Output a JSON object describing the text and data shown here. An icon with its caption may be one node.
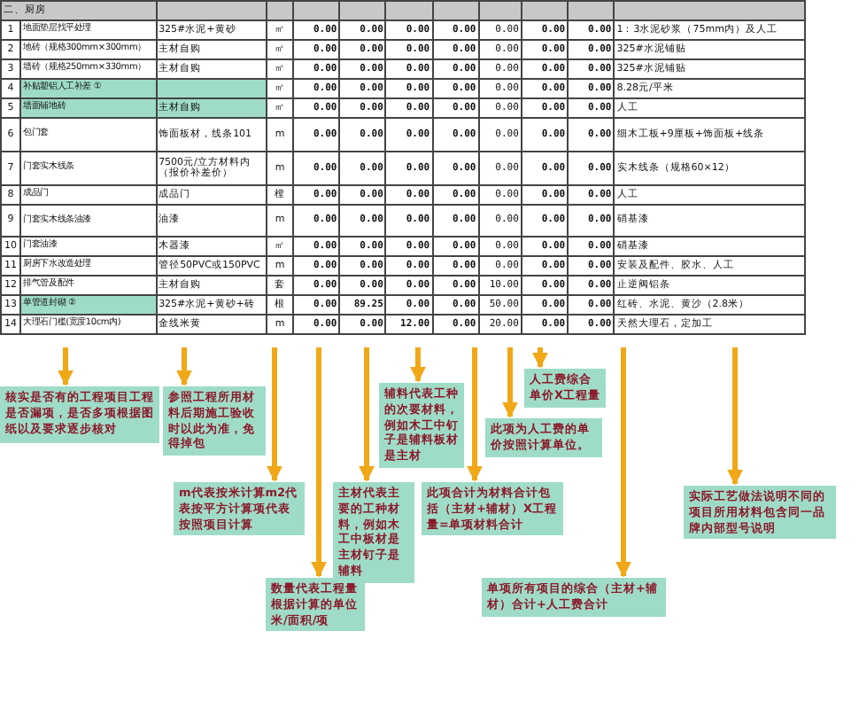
{
  "diagram": {
    "nodes": [
      {
        "text": [
          "核实是否有的工程项目工程是否漏项，是否多项根据图纸以及要求逐步核对"
        ]
      },
      {
        "text": [
          "参照工程所用材料后期施工验收时以此为准，免得掉包"
        ]
      },
      {
        "text": [
          "m代表按米计算m2代表按平方计算项代表按照项目计算"
        ]
      },
      {
        "text": [
          "数量代表工程量根据计算的单位米/面积/项"
        ]
      },
      {
        "text": [
          "主材代表主要的工种材料，例如木工中板材是主材钉子是辅料"
        ]
      },
      {
        "text": [
          "辅料代表工种的次要材料，例如木工中钉子是辅料板材是主材"
        ]
      },
      {
        "text": [
          "此项合计为材料合计包括（主材+辅材）X工程量=单项材料合计"
        ]
      },
      {
        "text": [
          "人工费综合单价X工程量"
        ]
      },
      {
        "text": [
          "此项为人工费的单价按照计算单位。"
        ]
      },
      {
        "text": [
          "单项所有项目的综合（主材+辅材）合计+人工费合计"
        ]
      },
      {
        "text": [
          "实际工艺做法说明不同的项目所用材料包含同一品牌内部型号说明"
        ]
      }
    ],
    "edges": [
      {
        "from": null,
        "to": 0,
        "arrow": "to"
      },
      {
        "from": null,
        "to": 1,
        "arrow": "to"
      },
      {
        "from": null,
        "to": 2,
        "arrow": "to"
      },
      {
        "from": null,
        "to": 3,
        "arrow": "to"
      },
      {
        "from": null,
        "to": 4,
        "arrow": "to"
      },
      {
        "from": null,
        "to": 5,
        "arrow": "to"
      },
      {
        "from": null,
        "to": 6,
        "arrow": "to"
      },
      {
        "from": null,
        "to": 7,
        "arrow": "to"
      },
      {
        "from": null,
        "to": 8,
        "arrow": "to"
      },
      {
        "from": null,
        "to": 9,
        "arrow": "to"
      },
      {
        "from": null,
        "to": 10,
        "arrow": "to"
      }
    ],
    "labels": [
      "二、厨房",
      "1",
      "地面垫层找平处理",
      "325#水泥+黄砂",
      "㎡",
      "0.00",
      "0.00",
      "0.00",
      "0.00",
      "0.00",
      "0.00",
      "0.00",
      "1：3水泥砂浆（75mm内）及人工",
      "2",
      "地砖（规格300mm×300mm）",
      "主材自购",
      "㎡",
      "0.00",
      "0.00",
      "0.00",
      "0.00",
      "0.00",
      "0.00",
      "0.00",
      "325#水泥铺贴",
      "3",
      "墙砖（规格250mm×330mm）",
      "主材自购",
      "㎡",
      "0.00",
      "0.00",
      "0.00",
      "0.00",
      "0.00",
      "0.00",
      "0.00",
      "325#水泥铺贴",
      "4",
      "补贴塑铝人工补差 ①",
      "㎡",
      "0.00",
      "0.00",
      "0.00",
      "0.00",
      "0.00",
      "0.00",
      "0.00",
      "8.28元/平米",
      "5",
      "墙面铺地砖",
      "主材自购",
      "㎡",
      "0.00",
      "0.00",
      "0.00",
      "0.00",
      "0.00",
      "0.00",
      "0.00",
      "人工",
      "6",
      "包门套",
      "饰面板材，线条101",
      "m",
      "0.00",
      "0.00",
      "0.00",
      "0.00",
      "0.00",
      "0.00",
      "0.00",
      "细木工板+9厘板+饰面板+线条",
      "7",
      "门套实木线条",
      "7500元/立方材料内（报价补差价）",
      "m",
      "0.00",
      "0.00",
      "0.00",
      "0.00",
      "0.00",
      "0.00",
      "0.00",
      "实木线条（规格60×12）",
      "8",
      "成品门",
      "成品门",
      "樘",
      "0.00",
      "0.00",
      "0.00",
      "0.00",
      "0.00",
      "0.00",
      "0.00",
      "人工",
      "9",
      "门套实木线条油漆",
      "油漆",
      "m",
      "0.00",
      "0.00",
      "0.00",
      "0.00",
      "0.00",
      "0.00",
      "0.00",
      "硝基漆",
      "10",
      "门套油漆",
      "木器漆",
      "㎡",
      "0.00",
      "0.00",
      "0.00",
      "0.00",
      "0.00",
      "0.00",
      "0.00",
      "硝基漆",
      "11",
      "厨房下水改造处理",
      "管径50PVC或150PVC",
      "m",
      "0.00",
      "0.00",
      "0.00",
      "0.00",
      "0.00",
      "0.00",
      "0.00",
      "安装及配件、胶水、人工",
      "12",
      "排气管及配件",
      "主材自购",
      "套",
      "0.00",
      "0.00",
      "0.00",
      "0.00",
      "10.00",
      "0.00",
      "0.00",
      "止逆阀铝条",
      "13",
      "单管道封砌 ②",
      "325#水泥+黄砂+砖",
      "根",
      "0.00",
      "89.25",
      "0.00",
      "0.00",
      "50.00",
      "0.00",
      "0.00",
      "红砖、水泥、黄沙（2.8米）",
      "14",
      "大理石门槛(宽度10cm内)",
      "金线米黄",
      "m",
      "0.00",
      "0.00",
      "12.00",
      "0.00",
      "20.00",
      "0.00",
      "0.00",
      "天然大理石，定加工"
    ]
  }
}
